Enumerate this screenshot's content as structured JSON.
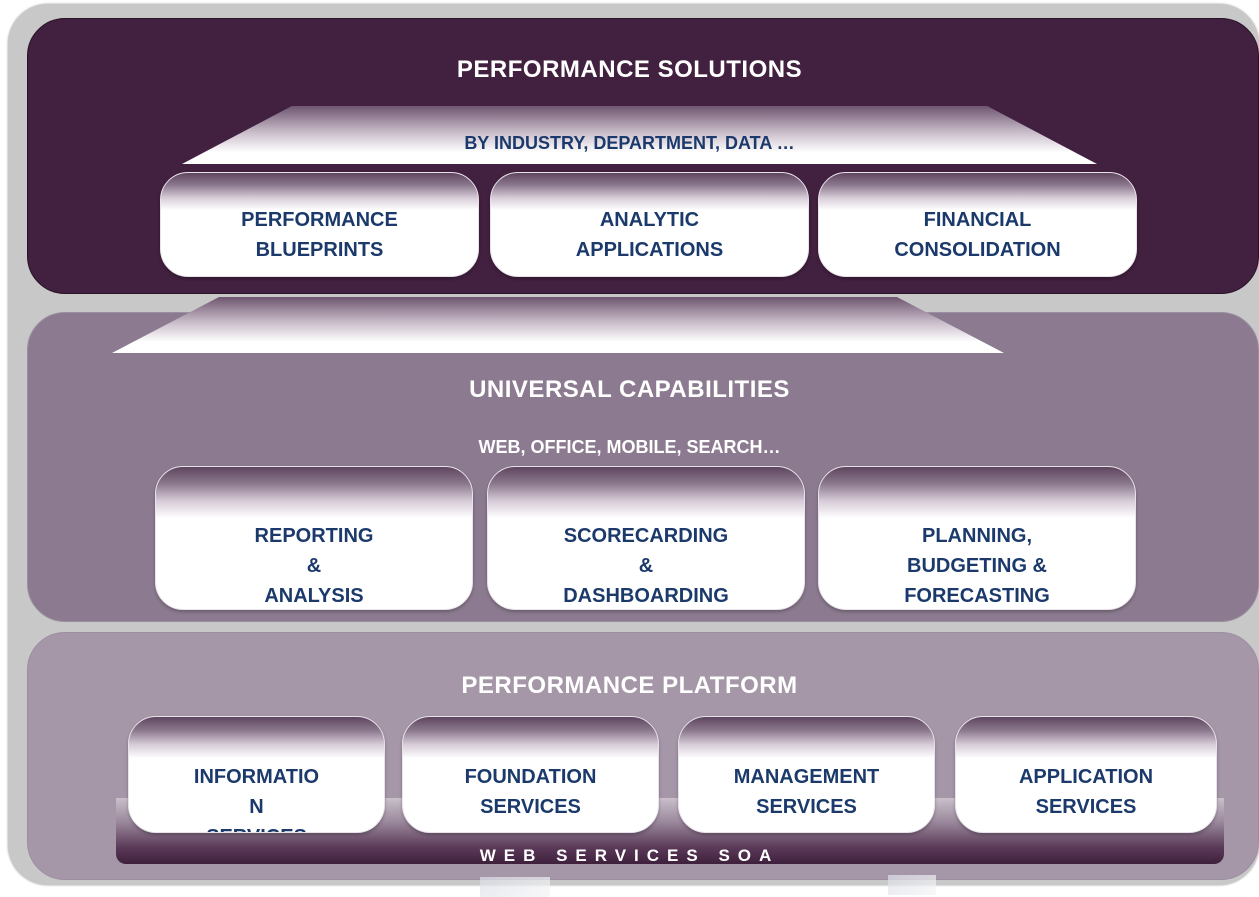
{
  "performance_solutions": {
    "title": "PERFORMANCE SOLUTIONS",
    "subtitle": "BY INDUSTRY, DEPARTMENT, DATA …",
    "boxes": [
      {
        "label": "PERFORMANCE\nBLUEPRINTS"
      },
      {
        "label": "ANALYTIC\nAPPLICATIONS"
      },
      {
        "label": "FINANCIAL\nCONSOLIDATION"
      }
    ]
  },
  "universal_capabilities": {
    "title": "UNIVERSAL CAPABILITIES",
    "subtitle": "WEB, OFFICE, MOBILE, SEARCH…",
    "boxes": [
      {
        "label": "REPORTING\n&\nANALYSIS"
      },
      {
        "label": "SCORECARDING\n&\nDASHBOARDING"
      },
      {
        "label": "PLANNING,\nBUDGETING &\nFORECASTING"
      }
    ]
  },
  "performance_platform": {
    "title": "PERFORMANCE PLATFORM",
    "boxes": [
      {
        "label": "INFORMATIO\nN\nSERVICES"
      },
      {
        "label": "FOUNDATION\nSERVICES"
      },
      {
        "label": "MANAGEMENT\nSERVICES"
      },
      {
        "label": "APPLICATION\nSERVICES"
      }
    ],
    "base_label": "WEB SERVICES SOA"
  },
  "colors": {
    "solutions_tier": "#42203f",
    "capabilities_tier": "#8c7b90",
    "platform_tier": "#a597a8",
    "box_text": "#1b3a6b"
  }
}
